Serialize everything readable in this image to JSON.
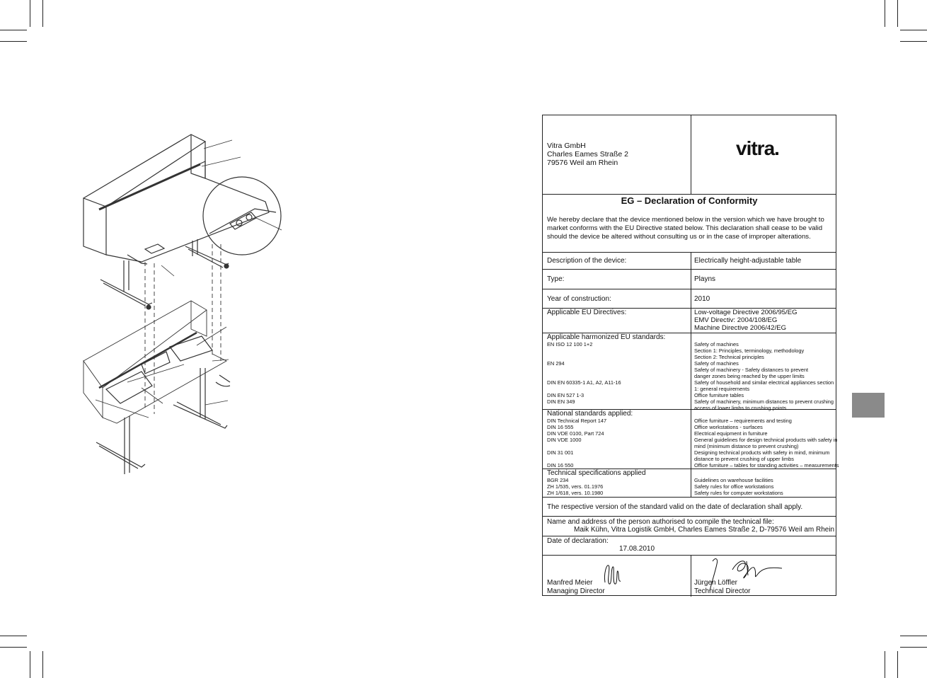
{
  "address": {
    "company": "Vitra GmbH",
    "street": "Charles Eames Straße  2",
    "city": "79576 Weil am Rhein"
  },
  "logo": "vitra.",
  "title": "EG – Declaration of Conformity",
  "intro": "We hereby declare that the device mentioned below in the version which we have brought to market conforms with the EU Directive stated below. This declaration shall cease to be valid should the device be altered without consulting us or in the case of improper alterations.",
  "device": {
    "label": "Description of the device:",
    "value": "Electrically height-adjustable table"
  },
  "type": {
    "label": "Type:",
    "value": "Playns"
  },
  "year": {
    "label": "Year of construction:",
    "value": "2010"
  },
  "directives": {
    "label": "Applicable EU Directives:",
    "values": [
      "Low-voltage Directive 2006/95/EG",
      "EMV Directiv: 2004/108/EG",
      "Machine Directive 2006/42/EG"
    ]
  },
  "harmonized": {
    "label": "Applicable harmonized EU standards:",
    "standards": [
      "EN ISO 12 100 1+2",
      "",
      "",
      "EN 294",
      "",
      "",
      "DIN EN 60335-1 A1, A2, A11-16",
      "",
      "DIN EN 527 1-3",
      "DIN EN 349",
      ""
    ],
    "descriptions": [
      "Safety of machines",
      "Section 1: Principles, terminology, methodology",
      "Section 2: Technical principles",
      "Safety of machines",
      "Safety of machinery - Safety distances to prevent",
      "danger zones being reached by the upper limits",
      "Safety of household and similar electrical appliances  section",
      "1: general requirements",
      "Office furniture tables",
      "Safety of machinery, minimum distances to prevent crushing",
      "access of lower limbs to crushing points"
    ]
  },
  "national": {
    "label": "National standards applied:",
    "standards": [
      "DIN Technical Report 147",
      "DIN 16 555",
      "DIN VDE 0100, Part 724",
      "DIN VDE 1000",
      "",
      "DIN 31 001",
      "",
      "DIN 16 550"
    ],
    "descriptions": [
      "Office furniture – requirements and testing",
      "Office workstations - surfaces",
      "Electrical equipment in furniture",
      "General guidelines for design technical products with safety in",
      "mind (minimum distance to prevent crushing)",
      "Designing technical products with safety in mind, minimum",
      "distance to prevent crushing of upper limbs",
      "Office furniture – tables for standing activities – measurements"
    ]
  },
  "technical": {
    "label": "Technical specifications applied",
    "standards": [
      "BGR 234",
      "ZH 1/535, vers. 01.1976",
      "ZH 1/618, vers. 10.1980"
    ],
    "descriptions": [
      "Guidelines on warehouse facilities",
      "Safety rules for office workstations",
      "Safety rules for computer workstations"
    ]
  },
  "validity": "The respective version of the standard valid on the date of declaration shall apply.",
  "authorised": {
    "label": "Name and address of the person authorised to compile the technical file:",
    "value": "Maik Kühn, Vitra Logistik GmbH, Charles Eames Straße 2, D-79576 Weil am Rhein"
  },
  "date": {
    "label": "Date of declaration:",
    "value": "17.08.2010"
  },
  "signatories": [
    {
      "name": "Manfred Meier",
      "role": "Managing Director"
    },
    {
      "name": "Jürgen Löffler",
      "role": "Technical Director"
    }
  ]
}
